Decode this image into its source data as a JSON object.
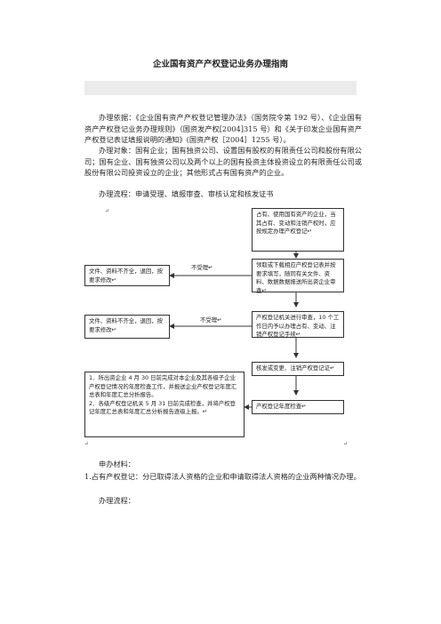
{
  "title": "企业国有资产产权登记业务办理指南",
  "basis": "办理依据：《企业国有资产产权登记管理办法》（国务院令第 192 号）、《企业国有资产产权登记业务办理规则》（国资发产权[2004]315 号）和《关于印发企业国有资产产权登记表证填报说明的通知》(国资产权［2004］1255 号）。",
  "target": "办理对象：国有企业；国有独资公司、设置国有股权的有限责任公司和股份有限公司；国有企业、国有独资公司以及两个以上的国有投资主体投资设立的有限责任公司或股份有限公司投资设立的企业；其他形式占有国有资产的企业。",
  "process": "办理流程：申请受理、填报审查、审核认定和核发证书",
  "flowchart": {
    "box_start": "占有、使用国有资产的企业，当其占有、变动和注销产权时，应按规定办理产权登记↵",
    "box_receive": "领取或下载相应产权登记表并按要求填写，随同有关文件、资料、数据数据报送所出资企业审查↵",
    "box_reject1": "文件、资料不齐全，退回，按要求修改↵",
    "label_reject1": "不受理↵",
    "box_review": "产权登记机关进行审查，10 个工作日内予以办理占有、变动、注销产权登记手续↵",
    "box_reject2": "文件、资料不齐全，退回，按要求修改↵",
    "label_reject2": "不受理↵",
    "box_issue": "核发或变更、注销产权登记证↵",
    "box_annual": "产权登记年度检查↵",
    "box_note": "1．所出资企业 4 月 30 日前完成对本企业及其各级子企业产权登记情况的年度检查工作，并报送企业产权登记年度汇总表和年度汇总分析报告。\n2．各级产权登记机关 5 月 31 日前完成检查，并将产权登记年度汇总表和年度汇总分析报告逐级上报。↵"
  },
  "materials_heading": "申办材料：",
  "materials_item1": "1.占有产权登记：分已取得法人资格的企业和申请取得法人资格的企业两种情况办理。",
  "flow_heading": "办理流程：",
  "marks": {
    "top_left": "↵",
    "bottom_left": "↵",
    "bottom_right": "↵"
  }
}
